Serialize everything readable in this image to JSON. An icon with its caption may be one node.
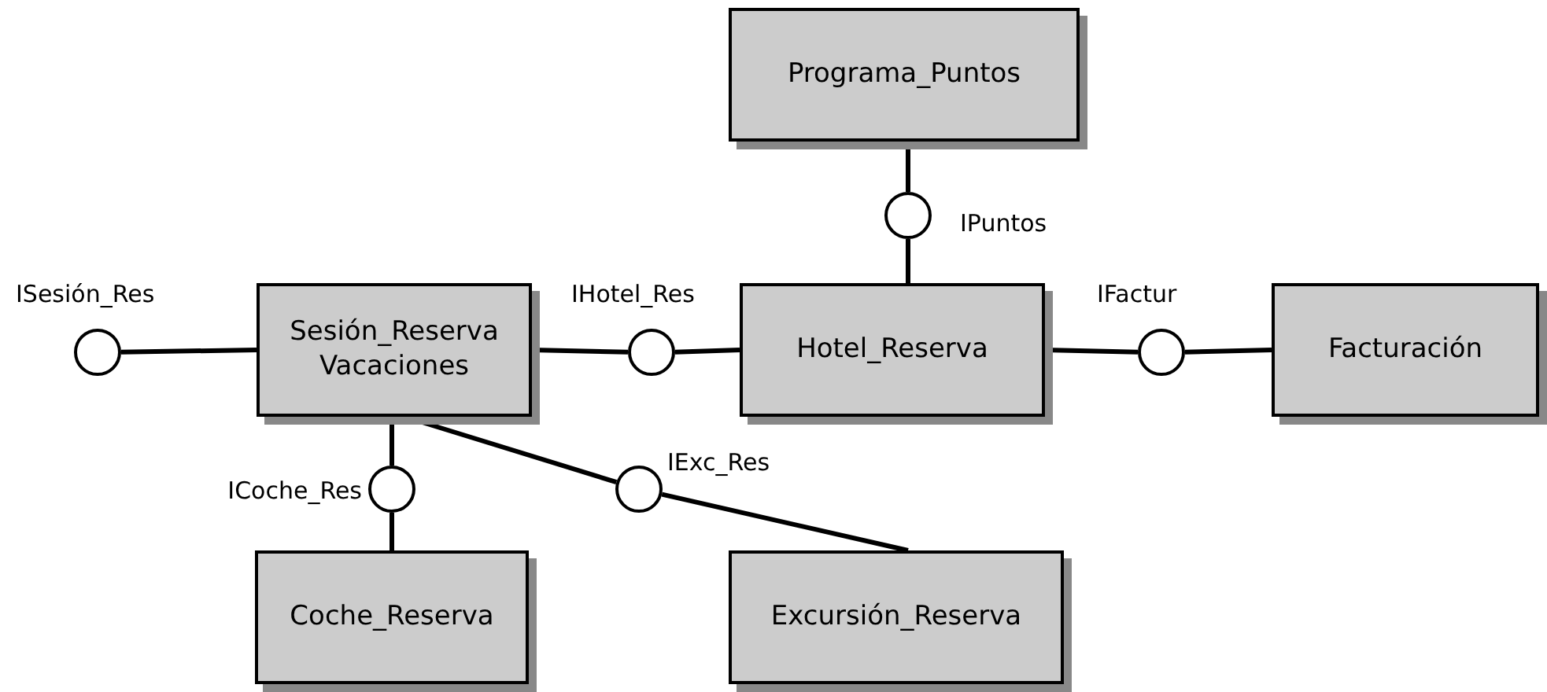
{
  "diagram": {
    "nodes": [
      {
        "text": [
          "Programa_Puntos"
        ]
      },
      {
        "text": [],
        "shape": "circle",
        "beside": [
          "IPuntos"
        ]
      },
      {
        "text": [],
        "shape": "circle",
        "beside": [
          "ISesión_Res"
        ]
      },
      {
        "text": [
          "Sesión_Reserva Vacaciones"
        ]
      },
      {
        "text": [],
        "shape": "circle",
        "beside": [
          "IHotel_Res"
        ]
      },
      {
        "text": [
          "Hotel_Reserva"
        ]
      },
      {
        "text": [],
        "shape": "circle",
        "beside": [
          "IFactur"
        ]
      },
      {
        "text": [
          "Facturación"
        ]
      },
      {
        "text": [],
        "shape": "circle",
        "beside": [
          "ICoche_Res"
        ]
      },
      {
        "text": [],
        "shape": "circle",
        "beside": [
          "IExc_Res"
        ]
      },
      {
        "text": [
          "Coche_Reserva"
        ]
      },
      {
        "text": [
          "Excursión_Reserva"
        ]
      }
    ],
    "edges": [
      {
        "from": 0,
        "to": 1,
        "arrow": "none"
      },
      {
        "from": 1,
        "to": 5,
        "arrow": "none"
      },
      {
        "from": 2,
        "to": 3,
        "arrow": "none"
      },
      {
        "from": 3,
        "to": 4,
        "arrow": "none"
      },
      {
        "from": 4,
        "to": 5,
        "arrow": "none"
      },
      {
        "from": 5,
        "to": 6,
        "arrow": "none"
      },
      {
        "from": 6,
        "to": 7,
        "arrow": "none"
      },
      {
        "from": 3,
        "to": 8,
        "arrow": "none"
      },
      {
        "from": 8,
        "to": 10,
        "arrow": "none"
      },
      {
        "from": 3,
        "to": 9,
        "arrow": "none"
      },
      {
        "from": 9,
        "to": 11,
        "arrow": "none"
      }
    ]
  }
}
